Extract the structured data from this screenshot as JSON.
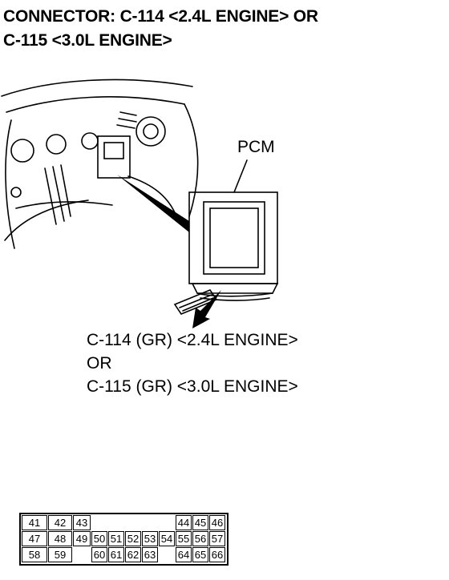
{
  "header": {
    "line1": "CONNECTOR: C-114 <2.4L ENGINE> OR",
    "line2": "C-115 <3.0L ENGINE>"
  },
  "callout": {
    "pcm_label": "PCM"
  },
  "caption": {
    "line1": "C-114 (GR) <2.4L ENGINE>",
    "line2": "OR",
    "line3": "C-115 (GR) <3.0L ENGINE>"
  },
  "connector": {
    "rows": [
      [
        "41",
        "42",
        "43",
        "",
        "",
        "",
        "",
        "",
        "44",
        "45",
        "46"
      ],
      [
        "47",
        "48",
        "49",
        "50",
        "51",
        "52",
        "53",
        "54",
        "55",
        "56",
        "57"
      ],
      [
        "58",
        "59",
        "",
        "60",
        "61",
        "62",
        "63",
        "",
        "64",
        "65",
        "66"
      ]
    ]
  },
  "colors": {
    "ink": "#000000",
    "paper": "#ffffff"
  }
}
